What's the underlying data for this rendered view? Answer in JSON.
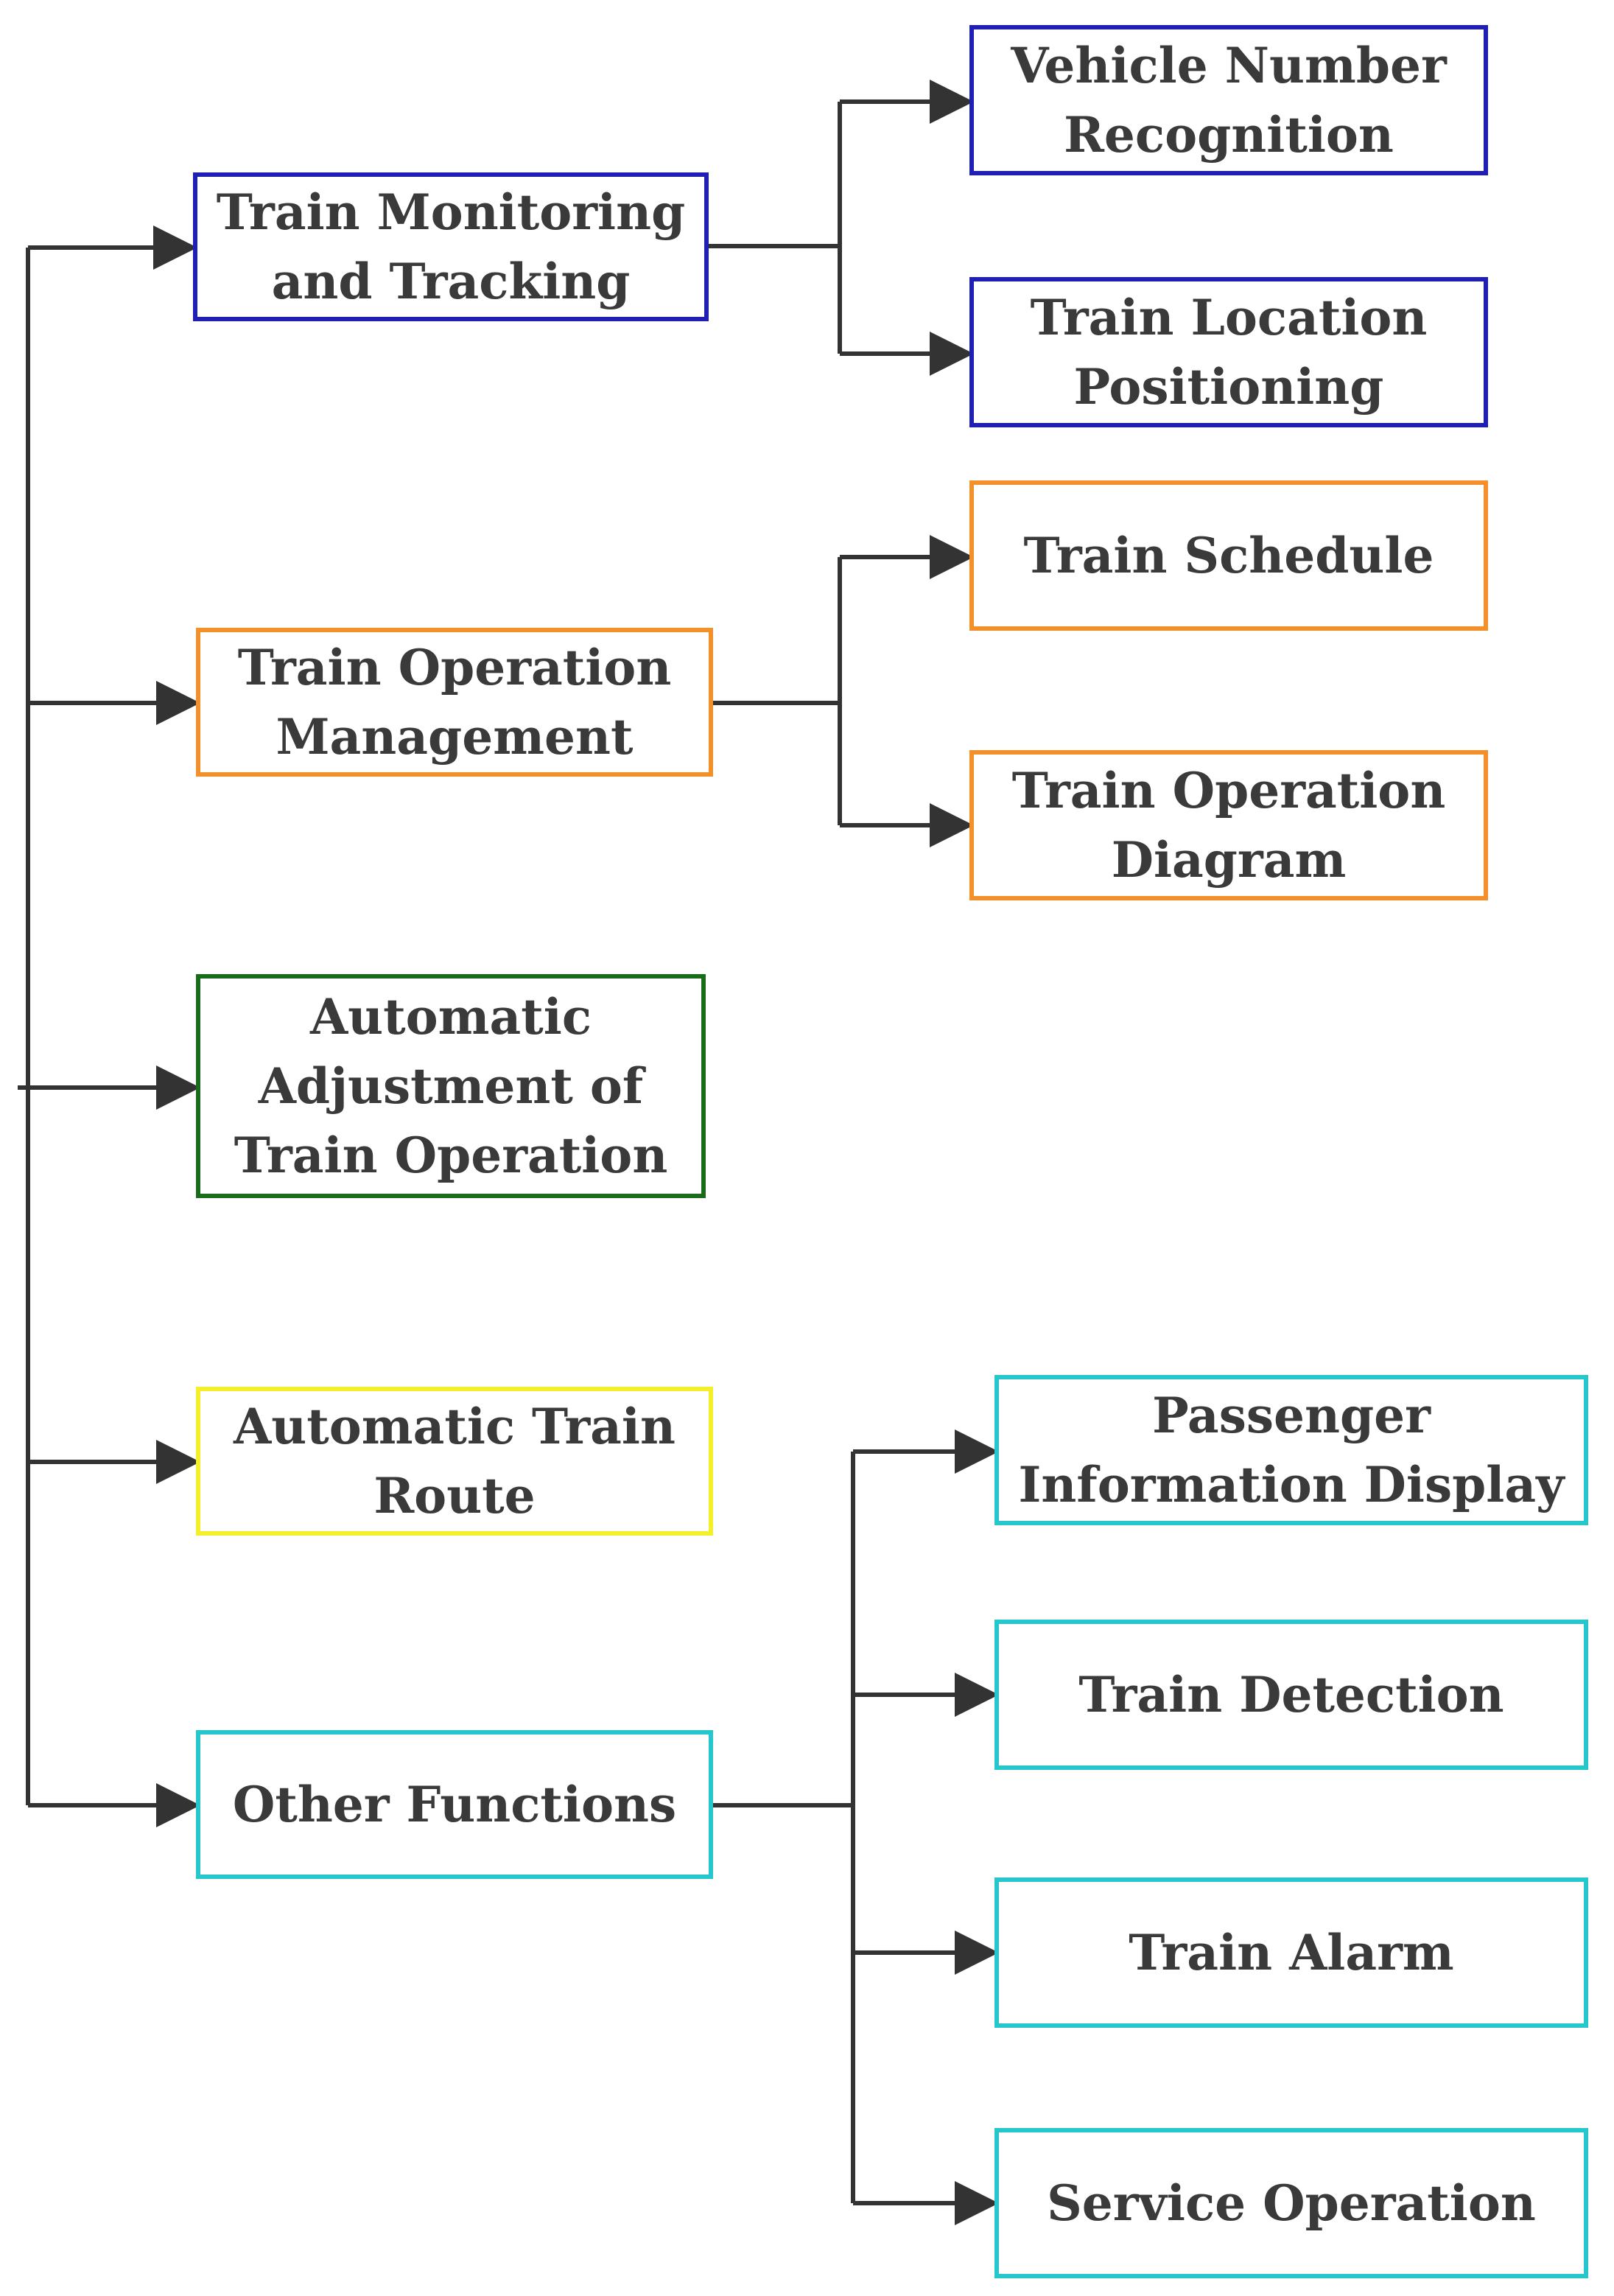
{
  "colors": {
    "connector": "#333333",
    "monitoring": "#1f1fb4",
    "operation": "#f4902a",
    "adjustment": "#1a6b1a",
    "route": "#f5ef2a",
    "other": "#26c7cc"
  },
  "nodes": {
    "monitoring": "Train Monitoring\nand Tracking",
    "operation_mgmt": "Train Operation\nManagement",
    "auto_adjust": "Automatic\nAdjustment of\nTrain Operation",
    "auto_route": "Automatic Train\nRoute",
    "other": "Other Functions",
    "vehicle_number": "Vehicle Number\nRecognition",
    "location": "Train Location\nPositioning",
    "schedule": "Train Schedule",
    "op_diagram": "Train Operation\nDiagram",
    "passenger_info": "Passenger\nInformation Display",
    "detection": "Train Detection",
    "alarm": "Train Alarm",
    "service": "Service Operation"
  }
}
